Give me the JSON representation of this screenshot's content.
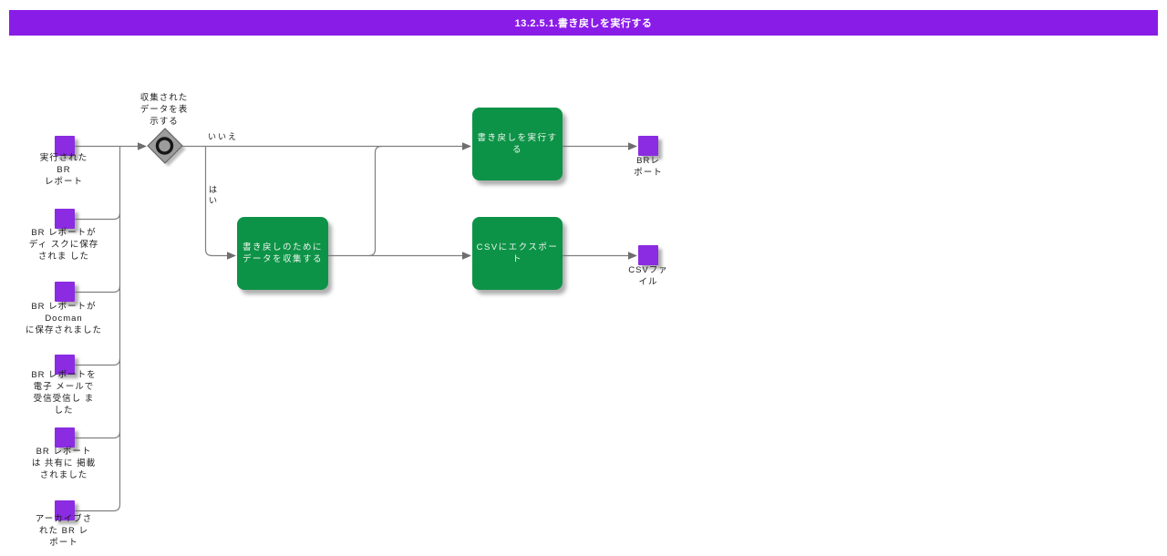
{
  "title": "13.2.5.1.書き戻しを実行する",
  "colors": {
    "title_bar": "#8a1ce8",
    "event_square": "#8b2be2",
    "task_box": "#0d9347",
    "edge": "#7f7f7f",
    "gateway_fill": "#9c9c9c"
  },
  "gateway": {
    "label": "収集された\nデータを表\n示する"
  },
  "branch_labels": {
    "no": "いいえ",
    "yes": "は\nい"
  },
  "events_left": [
    {
      "label": "実行された\nBR\nレポート"
    },
    {
      "label": "BR レポートが\nディ スクに保存\nされま した"
    },
    {
      "label": "BR レポートが\nDocman\nに保存されました"
    },
    {
      "label": "BR レポートを\n電子 メールで\n受信受信し ま\nした"
    },
    {
      "label": "BR レポート\nは 共有に 掲載\nされました"
    },
    {
      "label": "アーカイブさ\nれた BR レ\nポート"
    }
  ],
  "tasks": {
    "execute": "書き戻しを実行す\nる",
    "collect": "書き戻しのために\nデータを収集する",
    "export_csv": "CSVにエクスポー\nト"
  },
  "events_right": [
    {
      "label": "BRレ\nポート"
    },
    {
      "label": "CSVファ\nイル"
    }
  ]
}
